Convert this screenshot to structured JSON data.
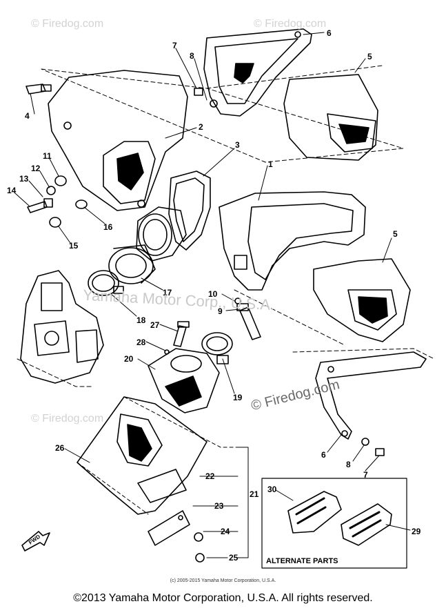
{
  "watermarks": {
    "top_left": "© Firedog.com",
    "top_right": "© Firedog.com",
    "center": "Yamaha Motor Corp., U.S.A.",
    "mid_right": "© Firedog.com",
    "bottom_left": "© Firedog.com"
  },
  "callouts": {
    "n1": "1",
    "n2": "2",
    "n3": "3",
    "n4": "4",
    "n5a": "5",
    "n5b": "5",
    "n6a": "6",
    "n6b": "6",
    "n7a": "7",
    "n7b": "7",
    "n8a": "8",
    "n8b": "8",
    "n9": "9",
    "n10": "10",
    "n11": "11",
    "n12": "12",
    "n13": "13",
    "n14": "14",
    "n15": "15",
    "n16": "16",
    "n17": "17",
    "n18": "18",
    "n19": "19",
    "n20": "20",
    "n21": "21",
    "n22": "22",
    "n23": "23",
    "n24": "24",
    "n25": "25",
    "n26": "26",
    "n27": "27",
    "n28": "28",
    "n29": "29",
    "n30": "30"
  },
  "alternate_parts_label": "ALTERNATE PARTS",
  "fwd_label": "FWD",
  "small_copyright": "(c) 2005-2015 Yamaha Motor Corporation, U.S.A.",
  "footer": "©2013 Yamaha Motor Corporation, U.S.A. All rights reserved."
}
